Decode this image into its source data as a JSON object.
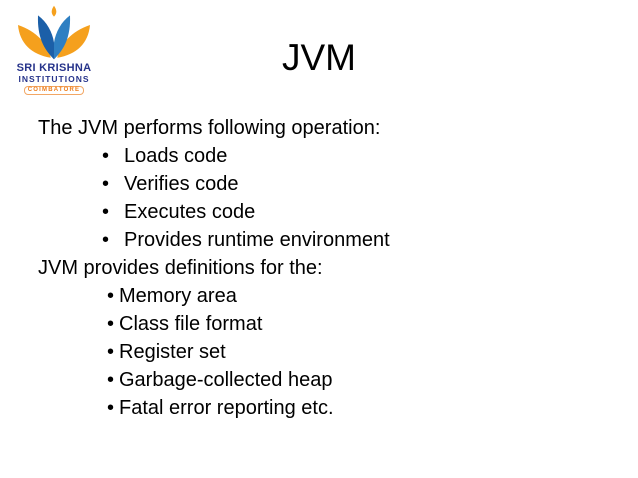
{
  "slide": {
    "title": "JVM",
    "background": "#ffffff",
    "text_color": "#000000"
  },
  "logo": {
    "name": "sri-krishna-institutions-logo",
    "line1": "SRI KRISHNA",
    "line2": "INSTITUTIONS",
    "line3": "COIMBATORE",
    "colors": {
      "petal_orange": "#f5a01d",
      "tulip_blue_dark": "#1b5fa8",
      "tulip_blue_light": "#2e7fc2",
      "text_navy": "#27348b",
      "coimbatore_orange": "#ee7d1b"
    }
  },
  "content": {
    "bullet_char": "•",
    "intro1": "The JVM performs following operation:",
    "bullets1": [
      "Loads code",
      "Verifies code",
      "Executes code",
      "Provides runtime environment"
    ],
    "intro2": "JVM provides definitions for the:",
    "bullets2": [
      "Memory area",
      "Class file format",
      "Register set",
      "Garbage-collected heap",
      "Fatal error reporting etc."
    ]
  }
}
